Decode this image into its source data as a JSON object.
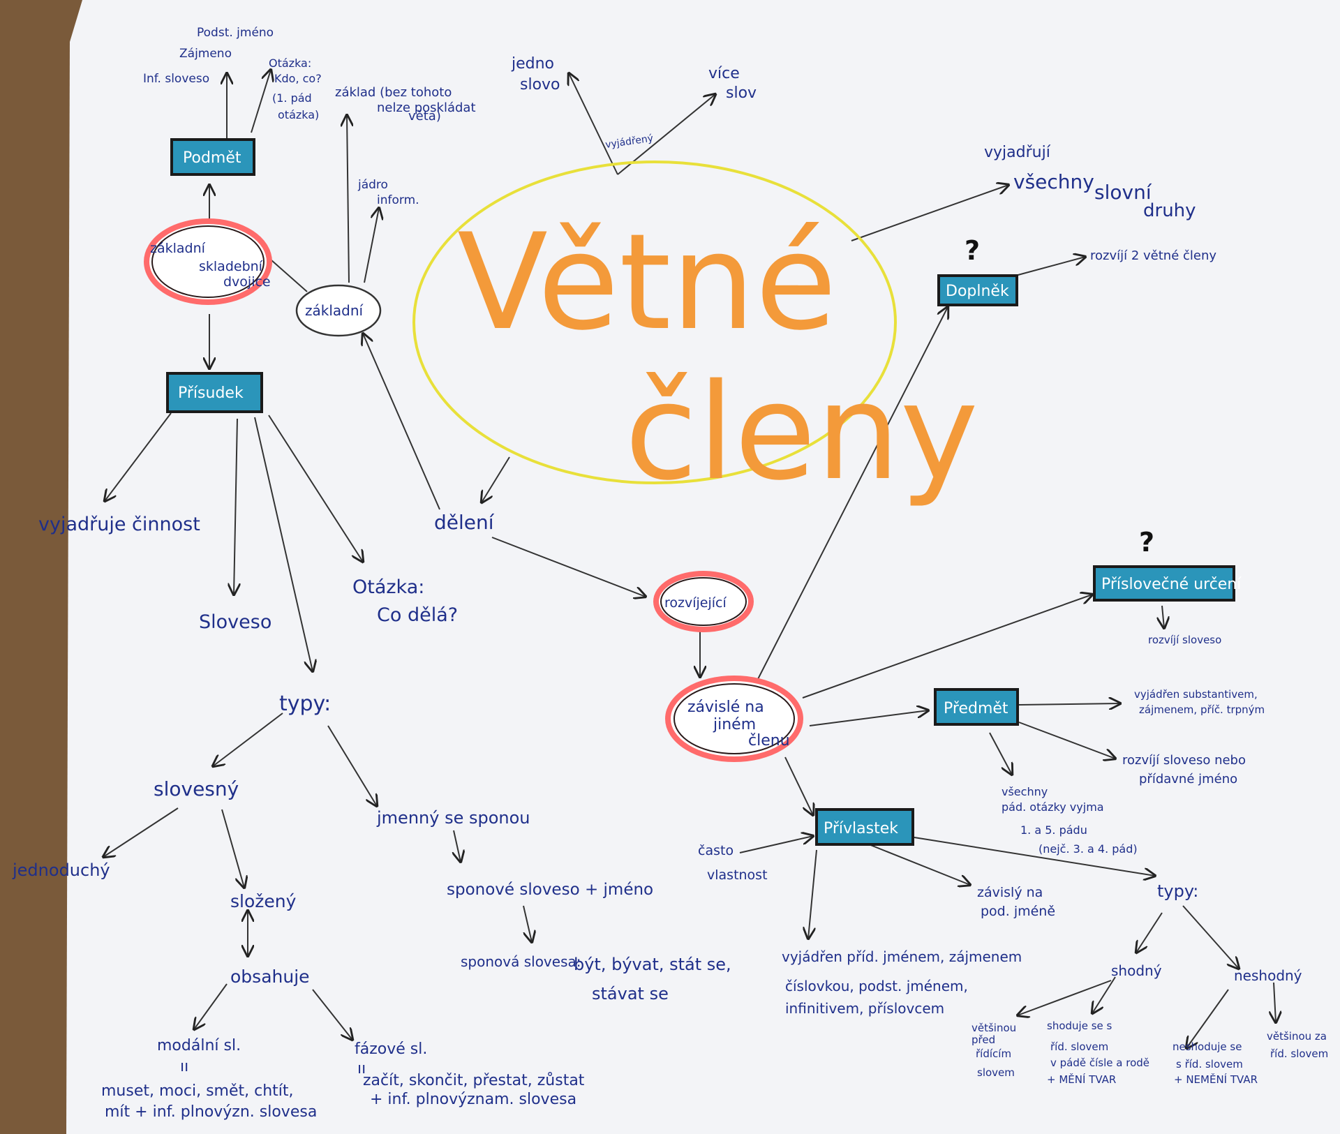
{
  "title": {
    "line1": "Větné",
    "line2": "členy"
  },
  "top": {
    "jedno_slovo": [
      "jedno",
      "slovo"
    ],
    "vice_slov": [
      "více",
      "slov"
    ],
    "vyjadreny": "vyjádřený"
  },
  "left": {
    "podmet": "Podmět",
    "podmet_expr": [
      "Podst. jméno",
      "Zájmeno",
      "Inf. sloveso"
    ],
    "podmet_question": [
      "Otázka:",
      "Kdo, co?",
      "(1. pád",
      "otázka)"
    ],
    "zaklad_note": [
      "základ (bez tohoto",
      "nelze poskládat",
      "věta)"
    ],
    "jadro": [
      "jádro",
      "inform."
    ],
    "zakladni_skladebni": [
      "základní",
      "skladební",
      "dvojice"
    ],
    "zakladni": "základní",
    "prisudek": "Přísudek",
    "vyjadruje_cinnost": "vyjadřuje činnost",
    "sloveso": "Sloveso",
    "otazka_co_dela": [
      "Otázka:",
      "Co dělá?"
    ],
    "typy": "typy:",
    "slovesny": "slovesný",
    "jednoduchy": "jednoduchý",
    "slozeny": "složený",
    "obsahuje": "obsahuje",
    "modalni": [
      "modální sl.",
      "ıı",
      "muset, moci, smět, chtít,",
      "mít + inf. plnovýzn. slovesa"
    ],
    "fazove": [
      "fázové sl.",
      "ıı",
      "začít, skončit, přestat, zůstat",
      "+ inf. plnovýznam. slovesa"
    ],
    "jmenny": "jmenný se sponou",
    "sponove_sloveso": "sponové sloveso + jméno",
    "sponova_slovesa": "sponová slovesa:",
    "sponova_list": [
      "být, bývat, stát se,",
      "stávat se"
    ]
  },
  "center": {
    "deleni": "dělení",
    "rozvijejici": "rozvíjející",
    "zavisle": [
      "závislé na",
      "jiném",
      "členu"
    ]
  },
  "right": {
    "vyjadruji": [
      "vyjadřují",
      "všechny",
      "slovní",
      "druhy"
    ],
    "q1": "?",
    "doplnek": "Doplněk",
    "doplnek_note": "rozvíjí 2 větné členy",
    "q2": "?",
    "prislovecne": "Příslovečné určení",
    "prislovecne_note": "rozvíjí sloveso",
    "predmet": "Předmět",
    "predmet_note1": [
      "vyjádřen substantivem,",
      "zájmenem, příč. trpným"
    ],
    "predmet_note2": [
      "rozvíjí sloveso nebo",
      "přídavné jméno"
    ],
    "predmet_note3": [
      "všechny",
      "pád. otázky vyjma",
      "1. a 5. pádu",
      "(nejč. 3. a 4. pád)"
    ],
    "privlastek": "Přívlastek",
    "casto": [
      "často",
      "vlastnost"
    ],
    "zavisly": [
      "závislý na",
      "pod. jméně"
    ],
    "vyjadren_prid": [
      "vyjádřen příd. jménem, zájmenem",
      "číslovkou, podst. jménem,",
      "infinitivem, příslovcem"
    ],
    "typy": "typy:",
    "shodny": "shodný",
    "neshodny": "neshodný",
    "shodny_note1": [
      "většinou",
      "před",
      "řídícím",
      "slovem"
    ],
    "shodny_note2": [
      "shoduje se s",
      "říd. slovem",
      "v pádě čísle a rodě",
      "+ MĚNÍ TVAR"
    ],
    "neshodny_note1": [
      "neshoduje se",
      "s říd. slovem",
      "+ NEMĚNÍ TVAR"
    ],
    "neshodny_note2": [
      "většinou za",
      "říd. slovem"
    ]
  }
}
